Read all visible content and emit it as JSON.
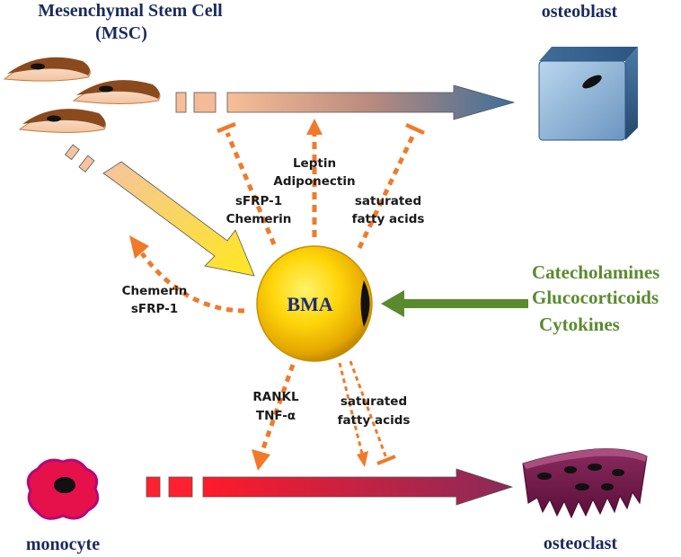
{
  "title_msc_line1": "Mesenchymal Stem Cell",
  "title_msc_line2": "(MSC)",
  "title_osteoblast": "osteoblast",
  "title_monocyte": "monocyte",
  "title_osteoclast": "osteoclast",
  "bma_label": "BMA",
  "leptin_line1": "Leptin",
  "leptin_line2": "Adiponectin",
  "sfrp_top_line1": "sFRP-1",
  "sfrp_top_line2": "Chemerin",
  "sat_top_line1": "saturated",
  "sat_top_line2": "fatty acids",
  "chem_left_line1": "Chemerin",
  "chem_left_line2": "sFRP-1",
  "rankl_line1": "RANKL",
  "rankl_line2": "TNF-α",
  "sat_bottom_line1": "saturated",
  "sat_bottom_line2": "fatty acids",
  "green_line1": "Catecholamines",
  "green_line2": "Glucocorticoids",
  "green_line3": "Cytokines",
  "colors": {
    "inhibit_orange": "#f07a2a",
    "green": "#5a8a2e",
    "navy": "#1a2a5e"
  }
}
